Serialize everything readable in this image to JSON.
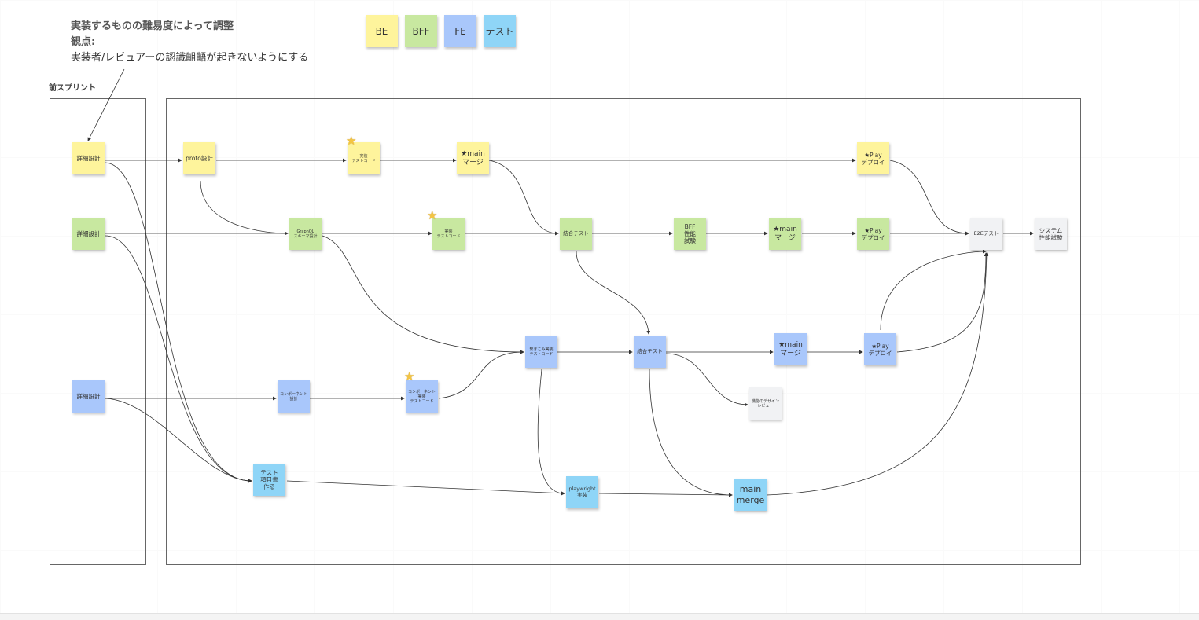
{
  "annotation": {
    "line1": "実装するものの難易度によって調整",
    "line2": "観点:",
    "line3": "実装者/レビュアーの認識齟齬が起きないようにする"
  },
  "legend": {
    "be": "BE",
    "bff": "BFF",
    "fe": "FE",
    "test": "テスト"
  },
  "colors": {
    "be": "#fef49c",
    "bff": "#c8e8a0",
    "fe": "#a9c7fb",
    "test": "#8fd5f7",
    "other": "#f1f2f4"
  },
  "frames": {
    "prev_sprint_label": "前スプリント"
  },
  "nodes": {
    "be_detail": "詳細設計",
    "be_proto": "proto設計",
    "be_impl": "実装\nテストコード",
    "be_merge": "★main\nマージ",
    "be_deploy": "★Play\nデプロイ",
    "bff_detail": "詳細設計",
    "bff_schema": "GraphQL\nスキーマ設計",
    "bff_impl": "実装\nテストコード",
    "bff_integ": "結合テスト",
    "bff_perf": "BFF\n性能\n試験",
    "bff_merge": "★main\nマージ",
    "bff_deploy": "★Play\nデプロイ",
    "e2e": "E2Eテスト",
    "sys_perf": "システム\n性能試験",
    "fe_detail": "詳細設計",
    "fe_component": "コンポーネント\n設計",
    "fe_component_impl": "コンポーネント\n実装\nテストコード",
    "fe_page_impl": "繋ぎこみ実装\nテストコード",
    "fe_integ": "結合テスト",
    "fe_merge": "★main\nマージ",
    "fe_deploy": "★Play\nデプロイ",
    "design_review": "機能のデザイン\nレビュー",
    "test_items": "テスト\n項目書\n作る",
    "playwright": "playwright\n実装",
    "test_merge": "main\nmerge"
  }
}
